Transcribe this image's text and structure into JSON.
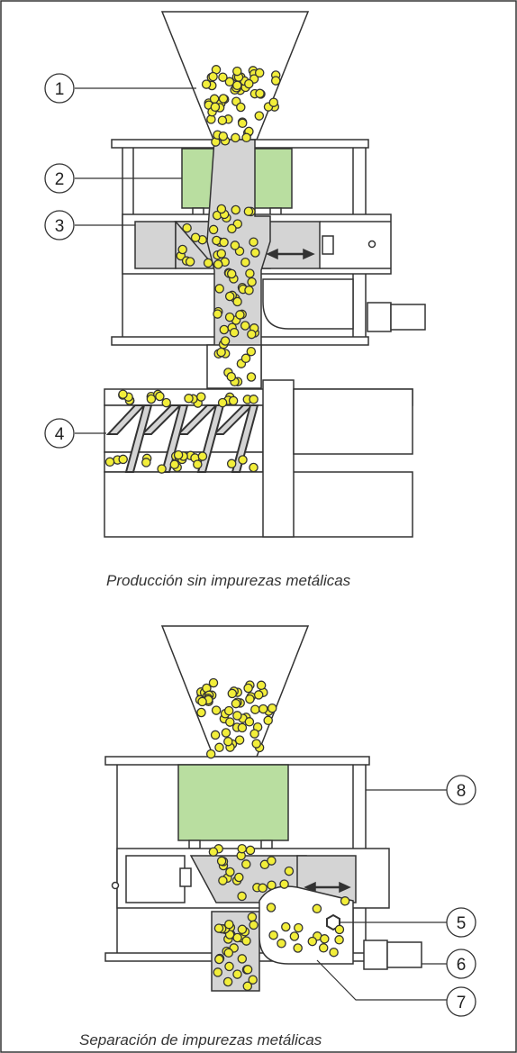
{
  "callouts_top": [
    {
      "id": "1",
      "label": "1"
    },
    {
      "id": "2",
      "label": "2"
    },
    {
      "id": "3",
      "label": "3"
    },
    {
      "id": "4",
      "label": "4"
    }
  ],
  "callouts_bottom": [
    {
      "id": "5",
      "label": "5"
    },
    {
      "id": "6",
      "label": "6"
    },
    {
      "id": "7",
      "label": "7"
    },
    {
      "id": "8",
      "label": "8"
    }
  ],
  "captions": {
    "top": "Producción sin impurezas metálicas",
    "bottom": "Separación de impurezas metálicas"
  },
  "colors": {
    "pellet_fill": "#f2ee3a",
    "pellet_stroke": "#333333",
    "detector_fill": "#b9dea0",
    "housing_fill": "#d4d4d4",
    "line": "#333333"
  }
}
